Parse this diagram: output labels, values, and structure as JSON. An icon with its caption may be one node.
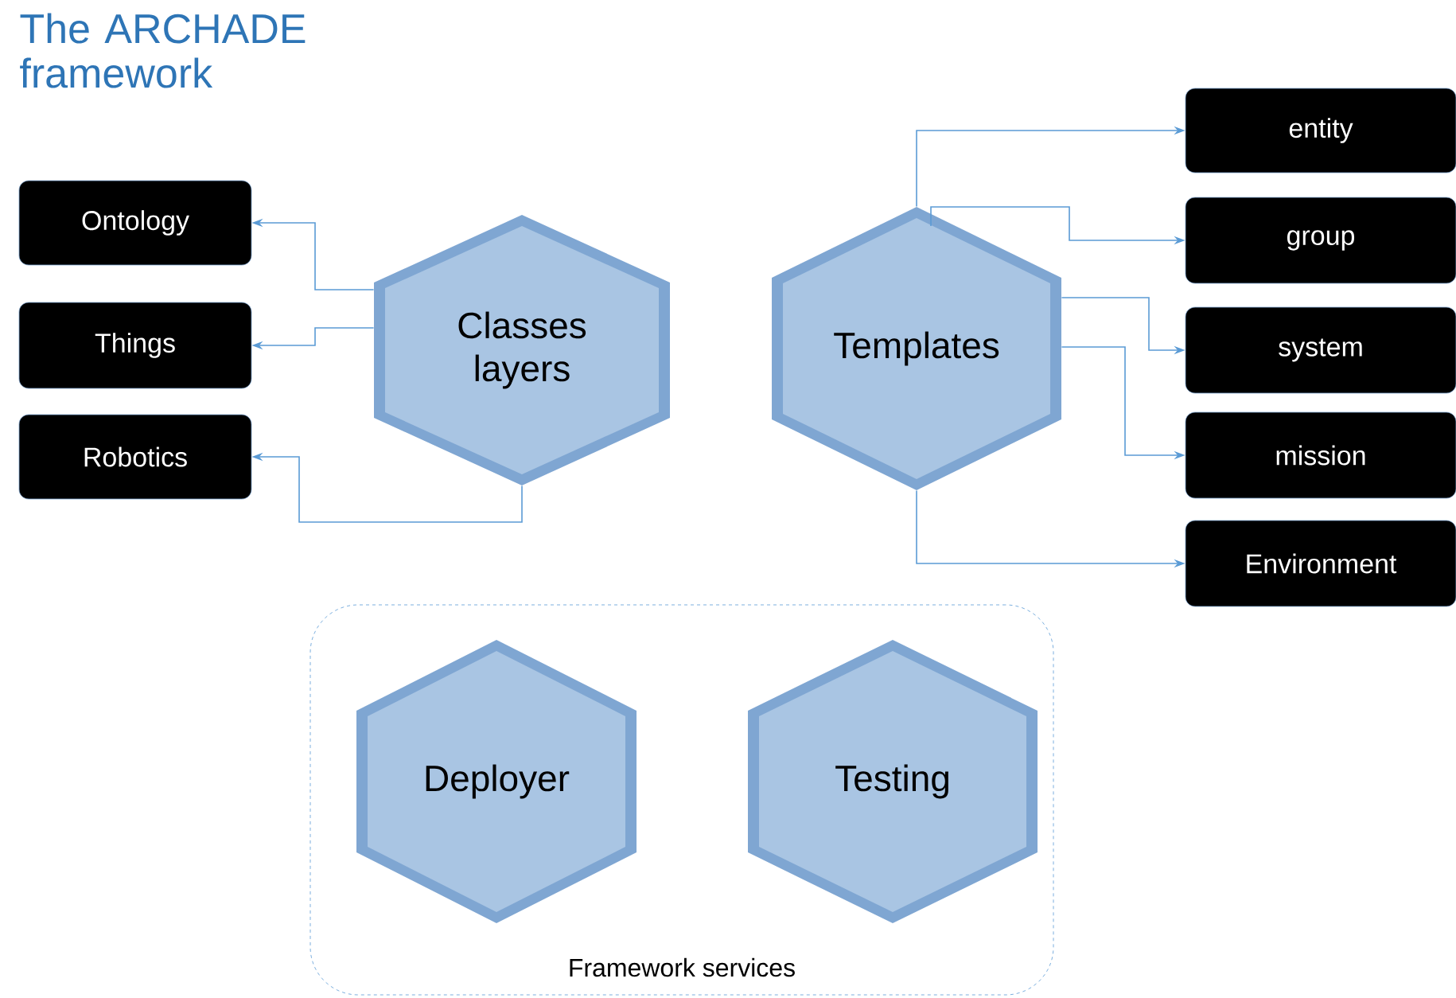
{
  "diagram": {
    "title": "The ARCHADE framework",
    "nodes": [
      {
        "text": [
          "Classes layers"
        ]
      },
      {
        "text": [
          "Ontology"
        ]
      },
      {
        "text": [
          "Things"
        ]
      },
      {
        "text": [
          "Robotics"
        ]
      },
      {
        "text": [
          "Templates"
        ]
      },
      {
        "text": [
          "entity"
        ]
      },
      {
        "text": [
          "group"
        ]
      },
      {
        "text": [
          "system"
        ]
      },
      {
        "text": [
          "mission"
        ]
      },
      {
        "text": [
          "Environment"
        ]
      },
      {
        "text": [
          "Framework services"
        ]
      },
      {
        "text": [
          "Deployer"
        ],
        "in": 10
      },
      {
        "text": [
          "Testing"
        ],
        "in": 10
      }
    ],
    "edges": [
      {
        "from": 0,
        "to": 1,
        "arrow": "to"
      },
      {
        "from": 0,
        "to": 2,
        "arrow": "to"
      },
      {
        "from": 0,
        "to": 3,
        "arrow": "to"
      },
      {
        "from": 4,
        "to": 5,
        "arrow": "to"
      },
      {
        "from": 4,
        "to": 6,
        "arrow": "to"
      },
      {
        "from": 4,
        "to": 7,
        "arrow": "to"
      },
      {
        "from": 4,
        "to": 8,
        "arrow": "to"
      },
      {
        "from": 4,
        "to": 9,
        "arrow": "to"
      }
    ]
  }
}
